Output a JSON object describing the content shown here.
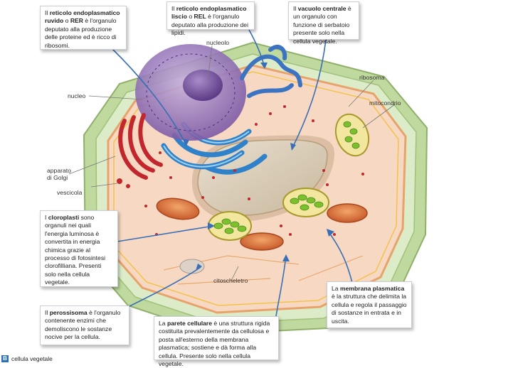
{
  "callouts": {
    "rer": {
      "t1": "Il ",
      "b": "reticolo endoplasmatico ruvido",
      "t2": " o ",
      "b2": "RER",
      "t3": " è l'organulo deputato alla produzione delle proteine ed è ricco di ribosomi."
    },
    "rel": {
      "t1": "Il ",
      "b": "reticolo endoplasmatico liscio",
      "t2": " o ",
      "b2": "REL",
      "t3": " è l'organulo deputato alla produzione dei lipidi."
    },
    "vacuolo": {
      "t1": "Il ",
      "b": "vacuolo centrale",
      "t2": " è un organulo con funzione di serbatoio presente solo nella cellula vegetale."
    },
    "cloroplasti": {
      "t1": "I ",
      "b": "cloroplasti",
      "t2": " sono organuli nei quali l'energia luminosa è convertita in energia chimica grazie al processo di fotosintesi clorofilliana. Presenti solo nella cellula vegetale."
    },
    "perossisoma": {
      "t1": "Il ",
      "b": "perossisoma",
      "t2": " è l'organulo contenente enzimi che demoliscono le sostanze nocive per la cellula."
    },
    "parete": {
      "t1": "La ",
      "b": "parete cellulare",
      "t2": " è una struttura rigida costituita prevalentemente da cellulosa e posta all'esterno della membrana plasmatica; sostiene e dà forma alla cellula. Presente solo nella cellula vegetale."
    },
    "membrana": {
      "t1": "La ",
      "b": "membrana plasmatica",
      "t2": " è la struttura che delimita la cellula e regola il passaggio di sostanze in entrata e in uscita."
    }
  },
  "labels": {
    "nucleolo": "nucleolo",
    "nucleo": "nucleo",
    "ribosoma": "ribosoma",
    "mitocondrio": "mitocondrio",
    "golgi": "apparato di Golgi",
    "vescicola": "vescicola",
    "citoscheletro": "citoscheletro"
  },
  "caption": {
    "badge": "B",
    "text": "cellula vegetale"
  },
  "colors": {
    "wall": "#cfe3b4",
    "cytoplasm": "#f6d7c2",
    "nucleus": "#8f6fb6",
    "rer": "#3f8fd1",
    "golgi": "#c0272d",
    "vacuole": "#d9cbb4",
    "chloroplast": "#8dc63f",
    "pointer": "#3a6fb5"
  }
}
